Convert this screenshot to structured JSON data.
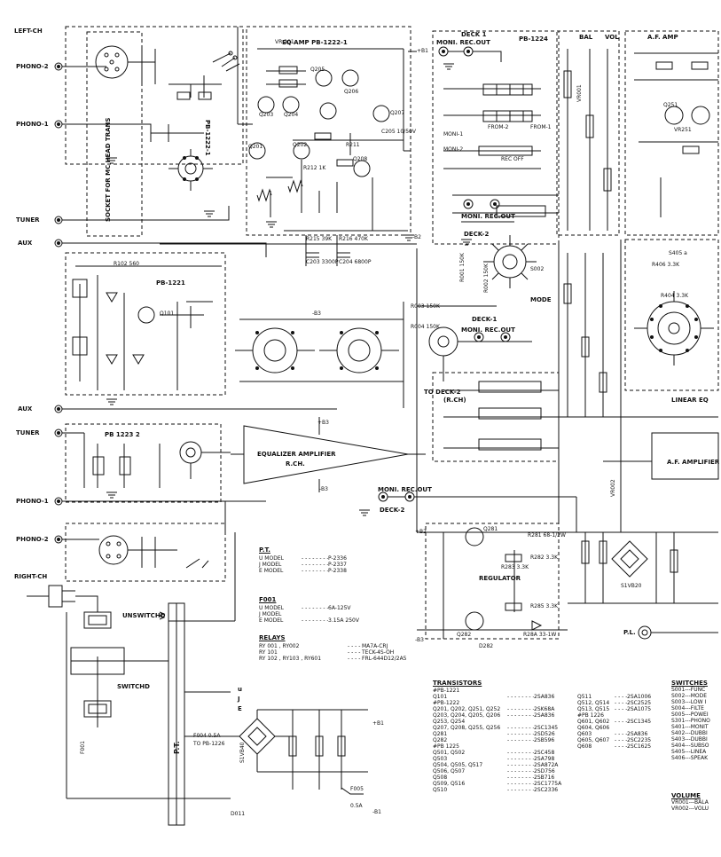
{
  "inputs_left": {
    "left_ch": "LEFT-CH",
    "phono2_top": "PHONO-2",
    "phono1_top": "PHONO-1",
    "tuner_top": "TUNER",
    "aux_top": "AUX",
    "aux_bot": "AUX",
    "tuner_bot": "TUNER",
    "phono1_bot": "PHONO-1",
    "phono2_bot": "PHONO-2",
    "right_ch": "RIGHT-CH"
  },
  "blocks": {
    "socket_trans": "SOCKET  FOR MC HEAD TRANS",
    "eq_amp": "EQ AMP   PB-1222-1",
    "deck1_top": "DECK 1",
    "moni_rec_top": "MONI. REC.OUT",
    "pb1224": "PB-1224",
    "bal": "BAL",
    "vol": "VOL",
    "af_amp": "A.F. AMP",
    "pb1221": "PB-1221",
    "deck2_top": "DECK-2",
    "moni_rec_mid": "MONI.  REC.OUT",
    "mode": "MODE",
    "deck1_mid": "DECK-1",
    "moni_rec_deck1": "MONI.  REC.OUT",
    "to_deck2": "TO DECK-2",
    "r_ch": "(R.CH)",
    "linear_eq": "LINEAR EQ",
    "pb1223": "PB 1223 2",
    "eq_amp_r": "EQUALIZER  AMPLIFIER",
    "r_ch2": "R.CH.",
    "moni_rec_bot": "MONI.  REC.OUT",
    "deck2_bot": "DECK-2",
    "af_amplifier": "A.F. AMPLIFIER",
    "regulator": "REGULATOR",
    "pt": "P.T.",
    "pl": "P.L.",
    "unswitchd": "UNSWITCHD",
    "switchd": "SWITCHD",
    "pb1222_1": "PB-1222-1",
    "from2": "FROM-2",
    "from1": "FROM-1",
    "moni1": "MONI-1",
    "moni2": "MONI-2",
    "rec_off": "REC OFF",
    "plus_b": "+B",
    "minus_b": "-B"
  },
  "pt_models": {
    "heading": "P.T.",
    "rows": [
      {
        "model": "U MODEL",
        "part": "P-2336"
      },
      {
        "model": "J MODEL",
        "part": "P-2337"
      },
      {
        "model": "E MODEL",
        "part": "P-2338"
      }
    ]
  },
  "fuses": {
    "heading": "F001",
    "rows": [
      {
        "model": "U MODEL",
        "part": "6A-125V"
      },
      {
        "model": "J MODEL",
        "part": ""
      },
      {
        "model": "E MODEL",
        "part": "3.15A  250V"
      }
    ]
  },
  "relays": {
    "heading": "RELAYS",
    "rows": [
      {
        "model": "RY 001 , RY002",
        "part": "MA7A-CRJ"
      },
      {
        "model": "RY 101",
        "part": "TECK-4S-OH"
      },
      {
        "model": "RY 102 , RY103 , RY601",
        "part": "FRL-644D12/2A5"
      }
    ]
  },
  "transistors": {
    "heading": "TRANSISTORS",
    "col1": [
      {
        "name": "#PB-1221",
        "part": ""
      },
      {
        "name": "Q101",
        "part": "2SA836"
      },
      {
        "name": "#PB-1222",
        "part": ""
      },
      {
        "name": "Q201, Q202, Q251, Q252",
        "part": "2SK68A"
      },
      {
        "name": "Q203, Q204, Q205, Q206",
        "part": "2SA836"
      },
      {
        "name": "Q253, Q254",
        "part": ""
      },
      {
        "name": "Q207, Q208, Q255, Q256",
        "part": "2SC1345"
      },
      {
        "name": "Q281",
        "part": "2SD526"
      },
      {
        "name": "Q282",
        "part": "2SB596"
      },
      {
        "name": "#PB 1225",
        "part": ""
      },
      {
        "name": "Q501, Q502",
        "part": "2SC458"
      },
      {
        "name": "Q503",
        "part": "2SA798"
      },
      {
        "name": "Q504, Q505, Q517",
        "part": "2SA872A"
      },
      {
        "name": "Q506, Q507",
        "part": "2SD756"
      },
      {
        "name": "Q508",
        "part": "2SB716"
      },
      {
        "name": "Q509, Q516",
        "part": "2SC1775A"
      },
      {
        "name": "Q510",
        "part": "2SC2336"
      }
    ],
    "col2": [
      {
        "name": "Q511",
        "part": "2SA1006"
      },
      {
        "name": "Q512, Q514",
        "part": "2SC2525"
      },
      {
        "name": "Q513, Q515",
        "part": "2SA1075"
      },
      {
        "name": "#PB 1226",
        "part": ""
      },
      {
        "name": "Q601, Q602",
        "part": "2SC1345"
      },
      {
        "name": "Q604, Q606",
        "part": ""
      },
      {
        "name": "Q603",
        "part": "2SA836"
      },
      {
        "name": "Q605, Q607",
        "part": "2SC2235"
      },
      {
        "name": "Q608",
        "part": "2SC1625"
      }
    ]
  },
  "switches": {
    "heading": "SWITCHES",
    "rows": [
      "S001---FUNC",
      "S002---MODE",
      "S003---LOW I",
      "S004---FILTE",
      "S005---POWEI",
      "S301---PHONO",
      "S401---MONIT",
      "S402---DUBBI",
      "S403---DUBBI",
      "S404---SUBSO",
      "S405---LINEA",
      "S406---SPEAK"
    ]
  },
  "volume": {
    "heading": "VOLUME",
    "rows": [
      "VR001---BALA",
      "VR002---VOLU"
    ]
  },
  "parts": {
    "vr201": "VR 201",
    "q201": "Q201",
    "q202": "Q202",
    "q203": "Q203",
    "q204": "Q204",
    "q205": "Q205",
    "q206": "Q206",
    "q207": "Q207",
    "q208": "Q208",
    "q101": "Q101",
    "r102": "R102 560",
    "r212": "R212 1K",
    "r211": "R211",
    "r215": "R215 39K",
    "r216": "R216 470K",
    "c203": "C203 3300P",
    "c204": "C204 6800P",
    "c205": "C205 10/50V",
    "r281": "R281 68-1/2W",
    "r282": "R282 3.3K",
    "r283": "R283 3.3K",
    "r285": "R285 3.3K",
    "r28a": "R28A 33-1W",
    "d282": "D282",
    "q281": "Q281",
    "q282": "Q282",
    "s1vb20": "S1VB20",
    "s1vb40": "S1VB40",
    "f004": "F004  0.5A",
    "to_pb1226": "TO PB-1226",
    "f005": "F005",
    "f005_v": "0.5A",
    "f001": "F001",
    "d011": "D011",
    "r404": "R404 3.3K",
    "r406": "R406 3.3K",
    "s405a": "S405 a",
    "s002": "S002",
    "r001": "R001 150K",
    "r002": "R002 150K",
    "r003": "R003 150K",
    "r004": "R004 150K",
    "q251": "Q251",
    "vr251": "VR251",
    "vr001": "VR001",
    "vr002": "VR002",
    "u_terminal": "u",
    "j_terminal": "J",
    "e_terminal": "E",
    "b1": "+B1",
    "b2": "+B2",
    "b2n": "-B2",
    "b3": "+B3",
    "b3n": "-B3",
    "b1n": "-B1"
  }
}
